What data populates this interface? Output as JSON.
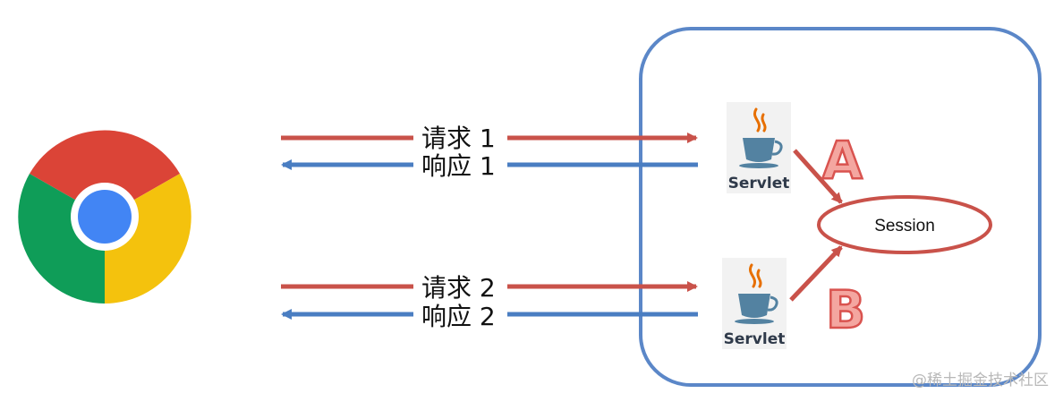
{
  "flows": [
    {
      "request_label": "请求 1",
      "response_label": "响应 1"
    },
    {
      "request_label": "请求 2",
      "response_label": "响应 2"
    }
  ],
  "servlets": [
    {
      "label": "Servlet",
      "marker": "A"
    },
    {
      "label": "Servlet",
      "marker": "B"
    }
  ],
  "session": {
    "label": "Session"
  },
  "watermark": "@稀土掘金技术社区",
  "icons": {
    "browser": "chrome-browser-icon",
    "servlet": "java-coffee-cup-icon"
  },
  "colors": {
    "request_arrow": "#c9524a",
    "response_arrow": "#4a7ec2",
    "server_box": "#5b87c8",
    "session_ellipse": "#c9524a",
    "marker_fill": "#f4a6a0",
    "marker_stroke": "#d9534f"
  }
}
